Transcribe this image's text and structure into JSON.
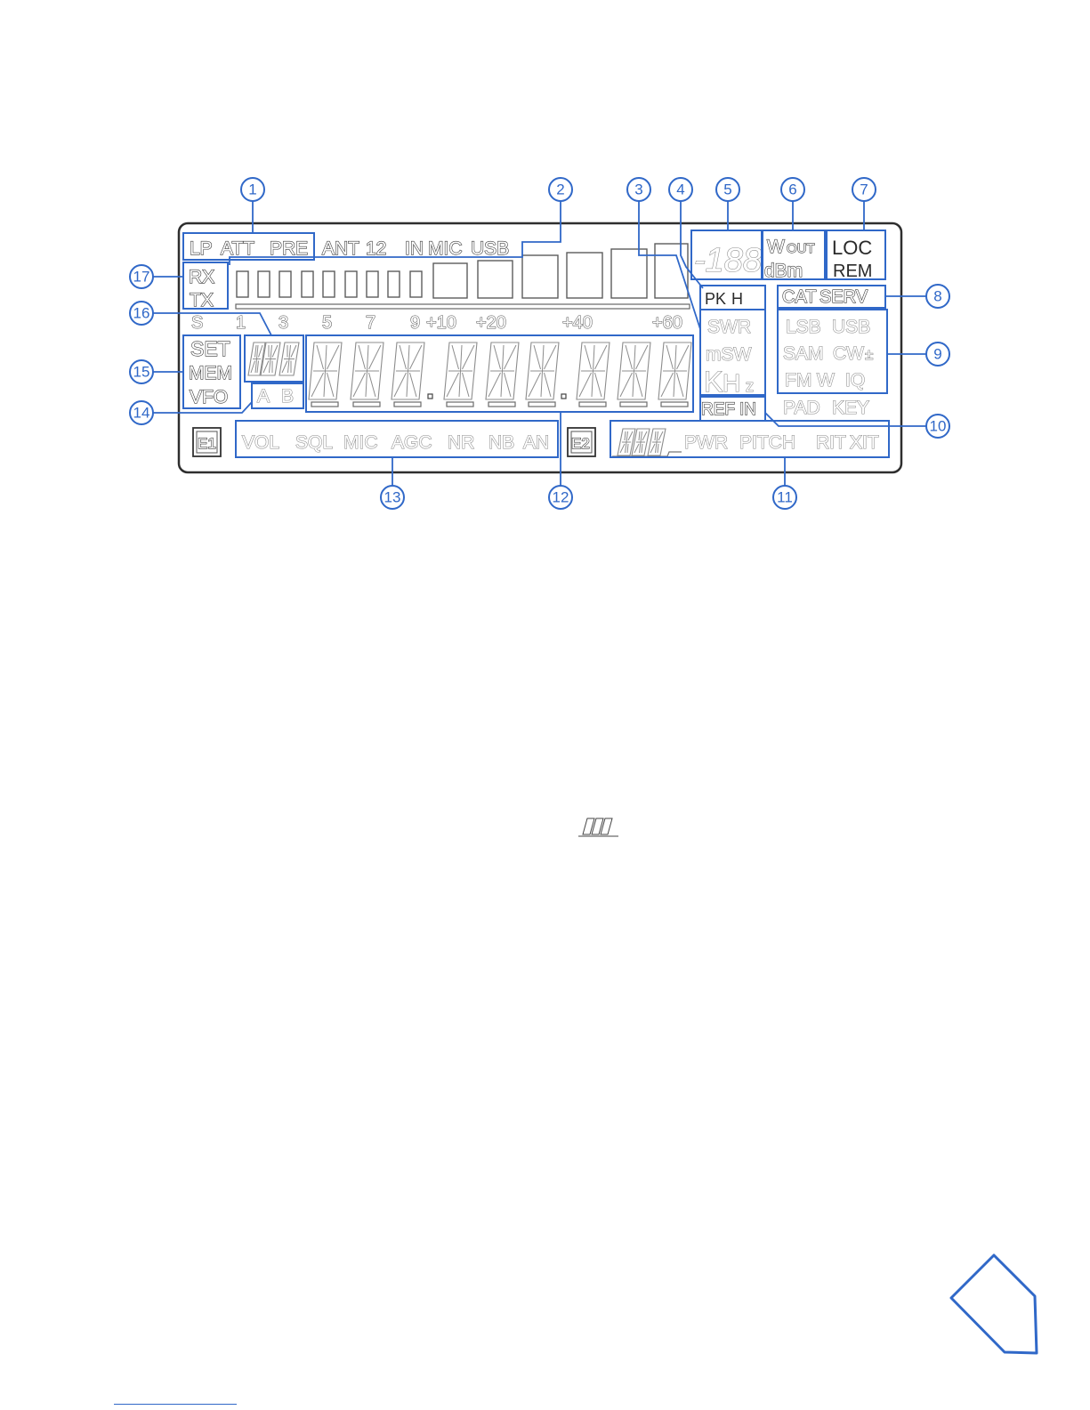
{
  "colors": {
    "accent": "#3068c8",
    "panel_border": "#333333",
    "segment_outline": "#5a5a5a"
  },
  "callouts": [
    "1",
    "2",
    "3",
    "4",
    "5",
    "6",
    "7",
    "8",
    "9",
    "10",
    "11",
    "12",
    "13",
    "14",
    "15",
    "16",
    "17"
  ],
  "lcd": {
    "lp": "LP",
    "att": "ATT",
    "pre": "PRE",
    "ant": "ANT",
    "ant_num": "12",
    "in": "IN",
    "mic": "MIC",
    "usb": "USB",
    "rx": "RX",
    "tx": "TX",
    "scale": [
      "S",
      "1",
      "3",
      "5",
      "7",
      "9",
      "+10",
      "+20",
      "+40",
      "+60"
    ],
    "set": "SET",
    "mem": "MEM",
    "vfo": "VFO",
    "a": "A",
    "b": "B",
    "level_digits": "-188",
    "wout_w": "W",
    "wout_out": "OUT",
    "dbm": "dBm",
    "loc": "LOC",
    "rem": "REM",
    "pk": "PK",
    "h": "H",
    "swr": "SWR",
    "msw": "mSW",
    "khz_k": "K",
    "khz_h": "H",
    "khz_z": "z",
    "cat": "CAT",
    "serv": "SERV",
    "modes": {
      "lsb": "LSB",
      "usb": "USB",
      "sam": "SAM",
      "cw": "CW",
      "pm": "±",
      "fm": "FM",
      "w": "W",
      "iq": "IQ"
    },
    "ref": "REF",
    "refin_in": "IN",
    "pad": "PAD",
    "key": "KEY",
    "e1": "E1",
    "e2": "E2",
    "knobs": [
      "VOL",
      "SQL",
      "MIC",
      "AGC",
      "NR",
      "NB",
      "AN"
    ],
    "pwr": "PWR",
    "pitch": "PITCH",
    "rit": "RIT",
    "xit": "XIT"
  }
}
